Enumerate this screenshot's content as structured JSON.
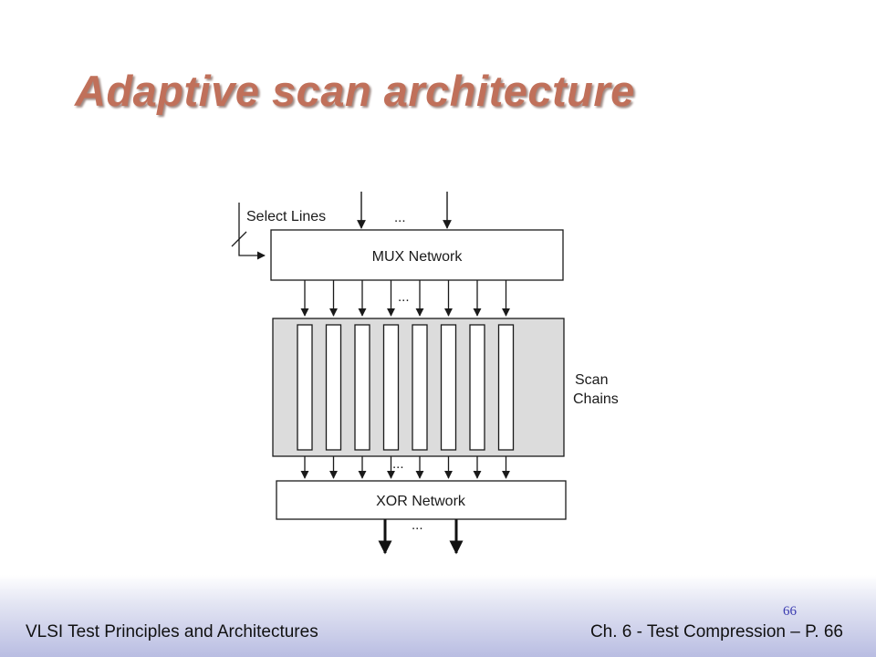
{
  "slide": {
    "title": "Adaptive scan architecture",
    "number": "66"
  },
  "diagram": {
    "select_lines_label": "Select Lines",
    "mux_label": "MUX Network",
    "xor_label": "XOR Network",
    "scan_label_line1": "Scan",
    "scan_label_line2": "Chains",
    "ellipsis": "...",
    "scan_chain_count": 8
  },
  "footer": {
    "left": "VLSI Test Principles and Architectures",
    "right": "Ch. 6 - Test Compression – P. 66"
  }
}
